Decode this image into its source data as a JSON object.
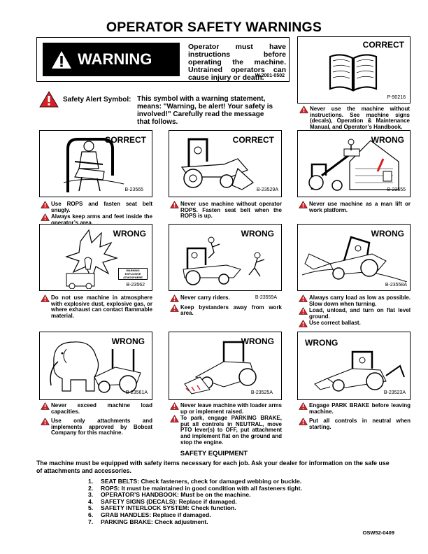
{
  "title": "OPERATOR SAFETY WARNINGS",
  "warning": {
    "label": "WARNING",
    "text": "Operator must have instructions before operating the machine. Untrained operators can cause injury or death.",
    "code": "W-2001-0502"
  },
  "safety_alert": {
    "label": "Safety Alert Symbol:",
    "text": "This symbol with a warning statement, means: \"Warning, be alert! Your safety is involved!\" Carefully read the message that follows."
  },
  "manual_panel": {
    "label": "CORRECT",
    "code": "P-90216",
    "caption": "Never use the machine without instructions. See machine signs (decals), Operation & Maintenance Manual, and Operator’s Handbook."
  },
  "panels": [
    {
      "label": "CORRECT",
      "code": "B-23565",
      "captions": [
        "Use ROPS and fasten seat belt snugly.",
        "Always keep arms and feet inside the operator’s area."
      ]
    },
    {
      "label": "CORRECT",
      "code": "B-23529A",
      "captions": [
        "Never use machine without operator ROPS. Fasten seat belt when the ROPS is up."
      ]
    },
    {
      "label": "WRONG",
      "code": "B-23555",
      "captions": [
        "Never use machine as a man lift or work platform."
      ]
    },
    {
      "label": "WRONG",
      "code": "B-23562",
      "sign": "WARNING EXPLOSIVE ATMOSPHERE",
      "captions": [
        "Do not use machine in atmosphere with explosive dust, explosive gas, or where exhaust can contact flammable material."
      ]
    },
    {
      "label": "WRONG",
      "code": "B-23559A",
      "captions": [
        "Never carry riders.",
        "Keep bystanders away from work area."
      ]
    },
    {
      "label": "WRONG",
      "code": "B-23558A",
      "captions": [
        "Always carry load as low as possible. Slow down when turning.",
        "Load, unload, and turn on flat level ground.",
        "Use correct ballast."
      ]
    },
    {
      "label": "WRONG",
      "code": "B-23561A",
      "captions": [
        "Never exceed machine load capacities.",
        "Use only attachments and implements approved by Bobcat Company for this machine."
      ]
    },
    {
      "label": "WRONG",
      "code": "B-23525A",
      "captions": [
        "Never leave machine with loader arms up or implement raised.",
        "To park, engage PARKING BRAKE, put all controls in NEUTRAL, move PTO lever(s) to OFF, put attachment and implement flat on the ground and stop the engine."
      ]
    },
    {
      "label": "WRONG",
      "code": "B-23523A",
      "captions": [
        "Engage PARK BRAKE before leaving machine.",
        "Put all controls in neutral when starting."
      ]
    }
  ],
  "safety_equipment": {
    "title": "SAFETY EQUIPMENT",
    "intro": "The machine must be equipped with safety items necessary for each job. Ask your dealer for information on the safe use of attachments and accessories.",
    "items": [
      {
        "num": "1.",
        "text": "SEAT BELTS: Check fasteners, check for damaged webbing or buckle."
      },
      {
        "num": "2.",
        "text": "ROPS: It must be maintained in good condition with all fasteners tight."
      },
      {
        "num": "3.",
        "text": "OPERATOR’S HANDBOOK: Must be on the machine."
      },
      {
        "num": "4.",
        "text": "SAFETY SIGNS (DECALS): Replace if damaged."
      },
      {
        "num": "5.",
        "text": "SAFETY INTERLOCK SYSTEM: Check function."
      },
      {
        "num": "6.",
        "text": "GRAB HANDLES: Replace if damaged."
      },
      {
        "num": "7.",
        "text": "PARKING BRAKE: Check adjustment."
      }
    ]
  },
  "footer_code": "OSW52-0409",
  "colors": {
    "alert_red": "#d81f26",
    "black": "#000000"
  }
}
